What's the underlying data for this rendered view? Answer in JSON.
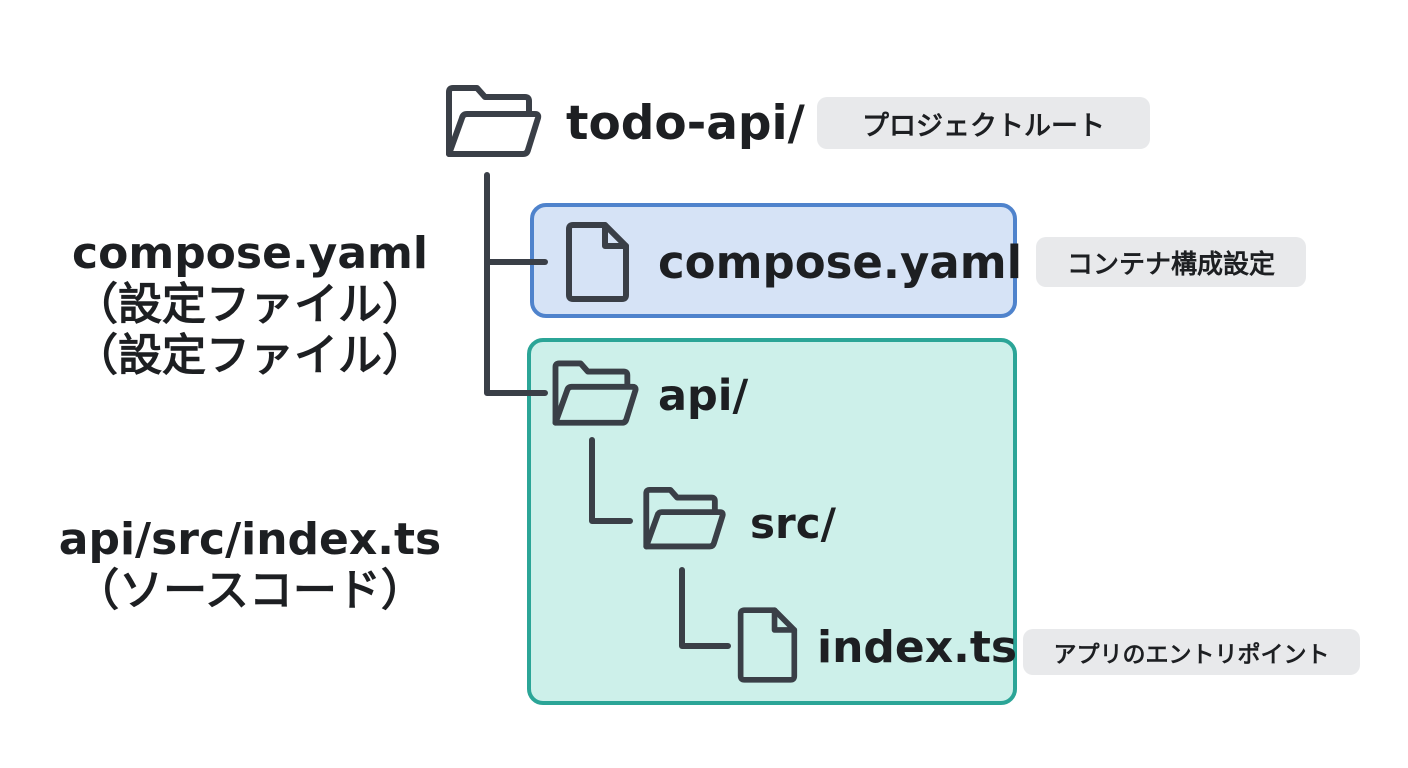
{
  "tree": {
    "root": {
      "name": "todo-api/",
      "icon": "folder-open-icon",
      "tag": "プロジェクトルート"
    },
    "compose": {
      "name": "compose.yaml",
      "icon": "file-icon",
      "tag": "コンテナ構成設定"
    },
    "api": {
      "name": "api/",
      "icon": "folder-open-icon"
    },
    "src": {
      "name": "src/",
      "icon": "folder-open-icon"
    },
    "index": {
      "name": "index.ts",
      "icon": "file-icon",
      "tag": "アプリのエントリポイント"
    }
  },
  "side_labels": {
    "compose": {
      "line1": "compose.yaml",
      "line2": "（設定ファイル）",
      "line3": "（設定ファイル）"
    },
    "index": {
      "line1": "api/src/index.ts",
      "line2": "（ソースコード）"
    }
  },
  "colors": {
    "line": "#3a3f47",
    "compose_fill": "#d6e3f6",
    "compose_border": "#4f83cc",
    "api_fill": "#cdf0ea",
    "api_border": "#2ba597",
    "tag_bg": "#e8e9eb"
  }
}
